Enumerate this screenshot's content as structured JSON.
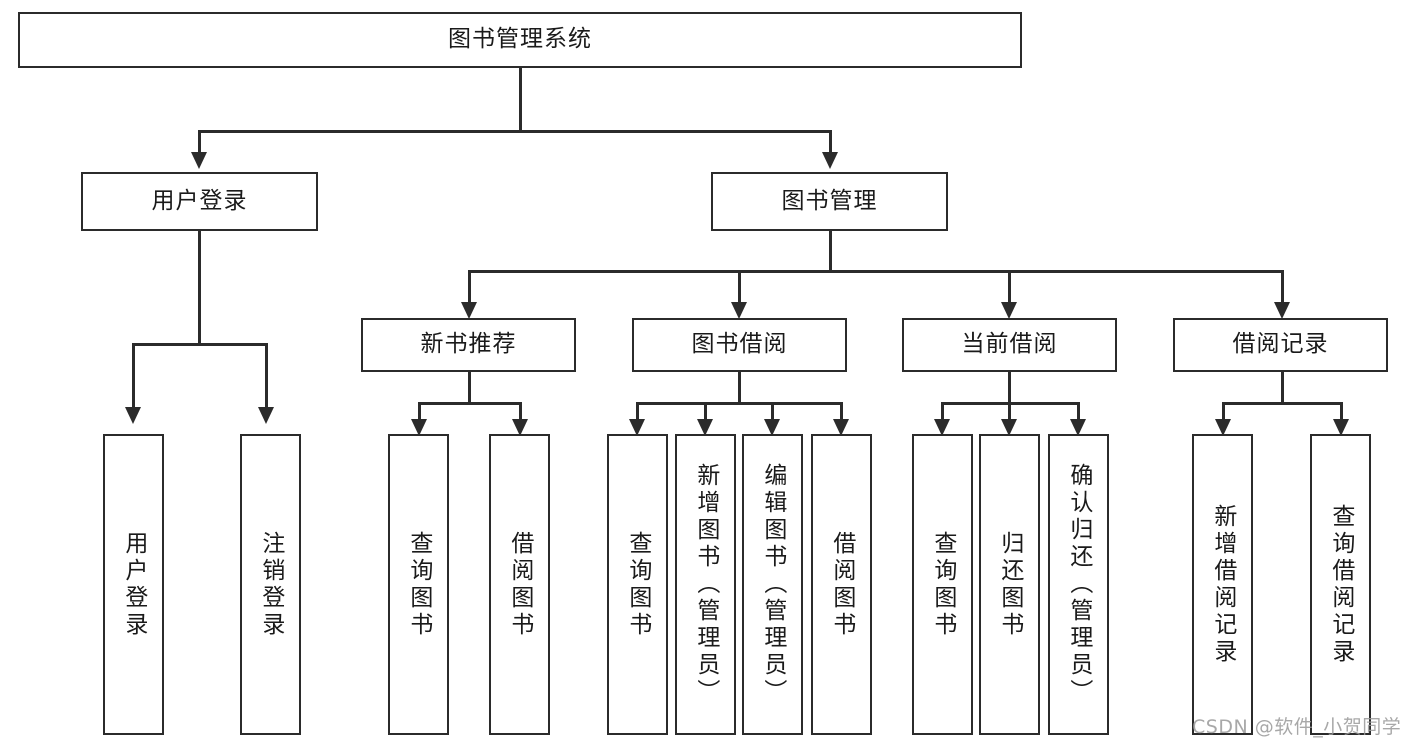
{
  "diagram": {
    "title": "图书管理系统",
    "type": "tree",
    "root": {
      "id": "root",
      "label": "图书管理系统"
    },
    "level2": [
      {
        "id": "user-login",
        "label": "用户登录"
      },
      {
        "id": "book-manage",
        "label": "图书管理"
      }
    ],
    "level3": [
      {
        "id": "new-book-recommend",
        "label": "新书推荐",
        "parent": "book-manage"
      },
      {
        "id": "book-borrow",
        "label": "图书借阅",
        "parent": "book-manage"
      },
      {
        "id": "current-borrow",
        "label": "当前借阅",
        "parent": "book-manage"
      },
      {
        "id": "borrow-record",
        "label": "借阅记录",
        "parent": "book-manage"
      }
    ],
    "leaves": [
      {
        "id": "leaf-user-login",
        "label": "用户登录",
        "parent": "user-login"
      },
      {
        "id": "leaf-logout",
        "label": "注销登录",
        "parent": "user-login"
      },
      {
        "id": "leaf-query-book-1",
        "label": "查询图书",
        "parent": "new-book-recommend"
      },
      {
        "id": "leaf-borrow-book-1",
        "label": "借阅图书",
        "parent": "new-book-recommend"
      },
      {
        "id": "leaf-query-book-2",
        "label": "查询图书",
        "parent": "book-borrow"
      },
      {
        "id": "leaf-add-book",
        "label": "新增图书（管理员）",
        "parent": "book-borrow"
      },
      {
        "id": "leaf-edit-book",
        "label": "编辑图书（管理员）",
        "parent": "book-borrow"
      },
      {
        "id": "leaf-borrow-book-2",
        "label": "借阅图书",
        "parent": "book-borrow"
      },
      {
        "id": "leaf-query-book-3",
        "label": "查询图书",
        "parent": "current-borrow"
      },
      {
        "id": "leaf-return-book",
        "label": "归还图书",
        "parent": "current-borrow"
      },
      {
        "id": "leaf-confirm-return",
        "label": "确认归还（管理员）",
        "parent": "current-borrow"
      },
      {
        "id": "leaf-add-record",
        "label": "新增借阅记录",
        "parent": "borrow-record"
      },
      {
        "id": "leaf-query-record",
        "label": "查询借阅记录",
        "parent": "borrow-record"
      }
    ]
  },
  "watermark": {
    "text": "CSDN @软件_小贺同学"
  },
  "colors": {
    "stroke": "#2b2b2b",
    "fill": "#ffffff",
    "text": "#1a1a1a",
    "watermark": "#9a9a9a"
  }
}
